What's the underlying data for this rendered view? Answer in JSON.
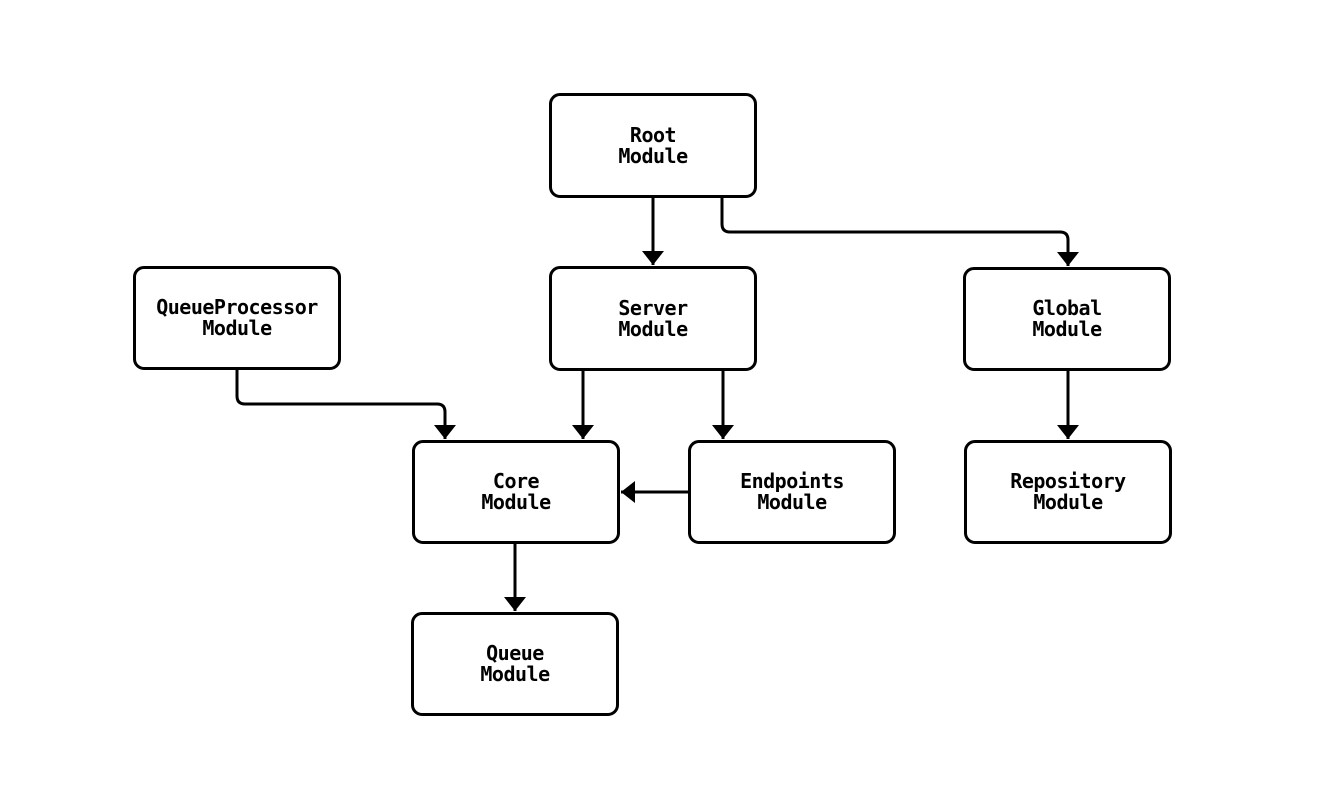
{
  "diagram": {
    "background_color": "#ffffff",
    "node_fill_color": "#ffffff",
    "node_border_color": "#000000",
    "edge_color": "#000000",
    "nodes": [
      {
        "id": "root",
        "line1": "Root",
        "line2": "Module"
      },
      {
        "id": "queueprocessor",
        "line1": "QueueProcessor",
        "line2": "Module"
      },
      {
        "id": "server",
        "line1": "Server",
        "line2": "Module"
      },
      {
        "id": "global",
        "line1": "Global",
        "line2": "Module"
      },
      {
        "id": "core",
        "line1": "Core",
        "line2": "Module"
      },
      {
        "id": "endpoints",
        "line1": "Endpoints",
        "line2": "Module"
      },
      {
        "id": "repository",
        "line1": "Repository",
        "line2": "Module"
      },
      {
        "id": "queue",
        "line1": "Queue",
        "line2": "Module"
      }
    ],
    "edges": [
      {
        "from": "root",
        "to": "server"
      },
      {
        "from": "root",
        "to": "global"
      },
      {
        "from": "queueprocessor",
        "to": "core"
      },
      {
        "from": "server",
        "to": "core"
      },
      {
        "from": "server",
        "to": "endpoints"
      },
      {
        "from": "endpoints",
        "to": "core"
      },
      {
        "from": "global",
        "to": "repository"
      },
      {
        "from": "core",
        "to": "queue"
      }
    ]
  }
}
